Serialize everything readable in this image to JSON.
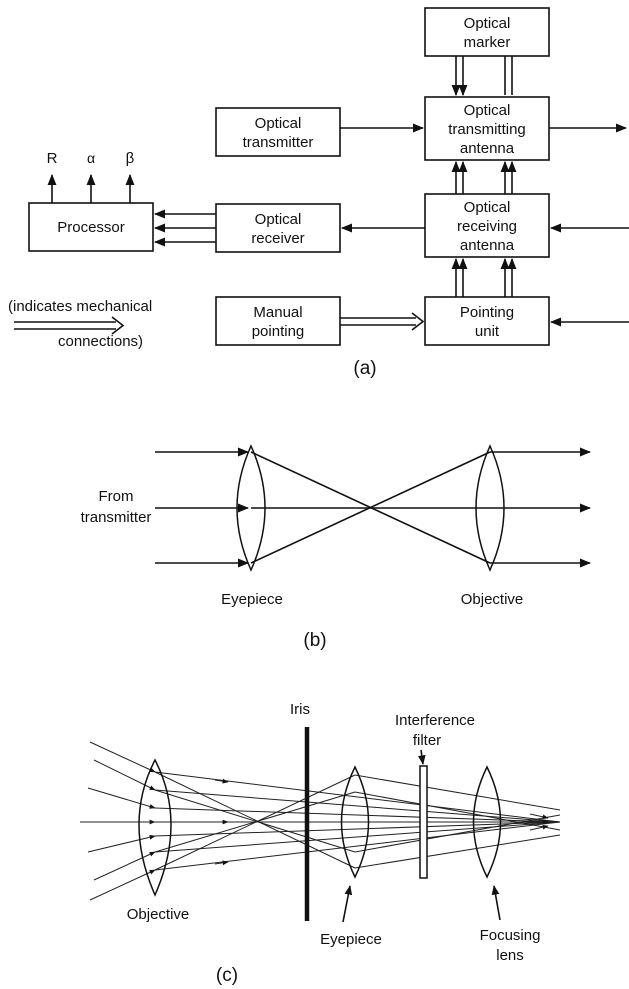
{
  "panel_a": {
    "caption": "(a)",
    "optical_marker": [
      "Optical",
      "marker"
    ],
    "optical_transmitter": [
      "Optical",
      "transmitter"
    ],
    "transmitting_antenna": [
      "Optical",
      "transmitting",
      "antenna"
    ],
    "processor": "Processor",
    "optical_receiver": [
      "Optical",
      "receiver"
    ],
    "receiving_antenna": [
      "Optical",
      "receiving",
      "antenna"
    ],
    "manual_pointing": [
      "Manual",
      "pointing"
    ],
    "pointing_unit": [
      "Pointing",
      "unit"
    ],
    "outputs": [
      "R",
      "α",
      "β"
    ],
    "legend": [
      "(indicates mechanical",
      "connections)"
    ]
  },
  "panel_b": {
    "caption": "(b)",
    "from_transmitter": [
      "From",
      "transmitter"
    ],
    "eyepiece": "Eyepiece",
    "objective": "Objective"
  },
  "panel_c": {
    "caption": "(c)",
    "iris": "Iris",
    "interference_filter": [
      "Interference",
      "filter"
    ],
    "objective": "Objective",
    "eyepiece": "Eyepiece",
    "focusing_lens": [
      "Focusing",
      "lens"
    ]
  }
}
